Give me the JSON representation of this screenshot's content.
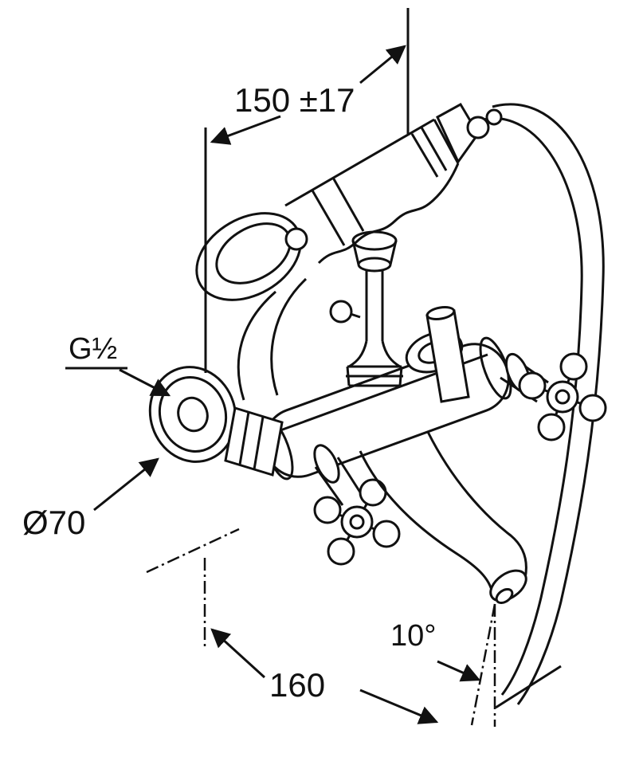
{
  "page": {
    "background": "#ffffff",
    "line_color": "#111111"
  },
  "drawing": {
    "labels": {
      "top_width": "150 ±17",
      "thread": "G½",
      "flange_diameter": "Ø70",
      "bottom_width": "160",
      "spout_angle": "10°"
    },
    "components": [
      "hand-shower",
      "shower-hose",
      "shower-bracket",
      "mixer-body",
      "wall-flange",
      "cross-handle-right",
      "cross-handle-left",
      "spout"
    ]
  }
}
